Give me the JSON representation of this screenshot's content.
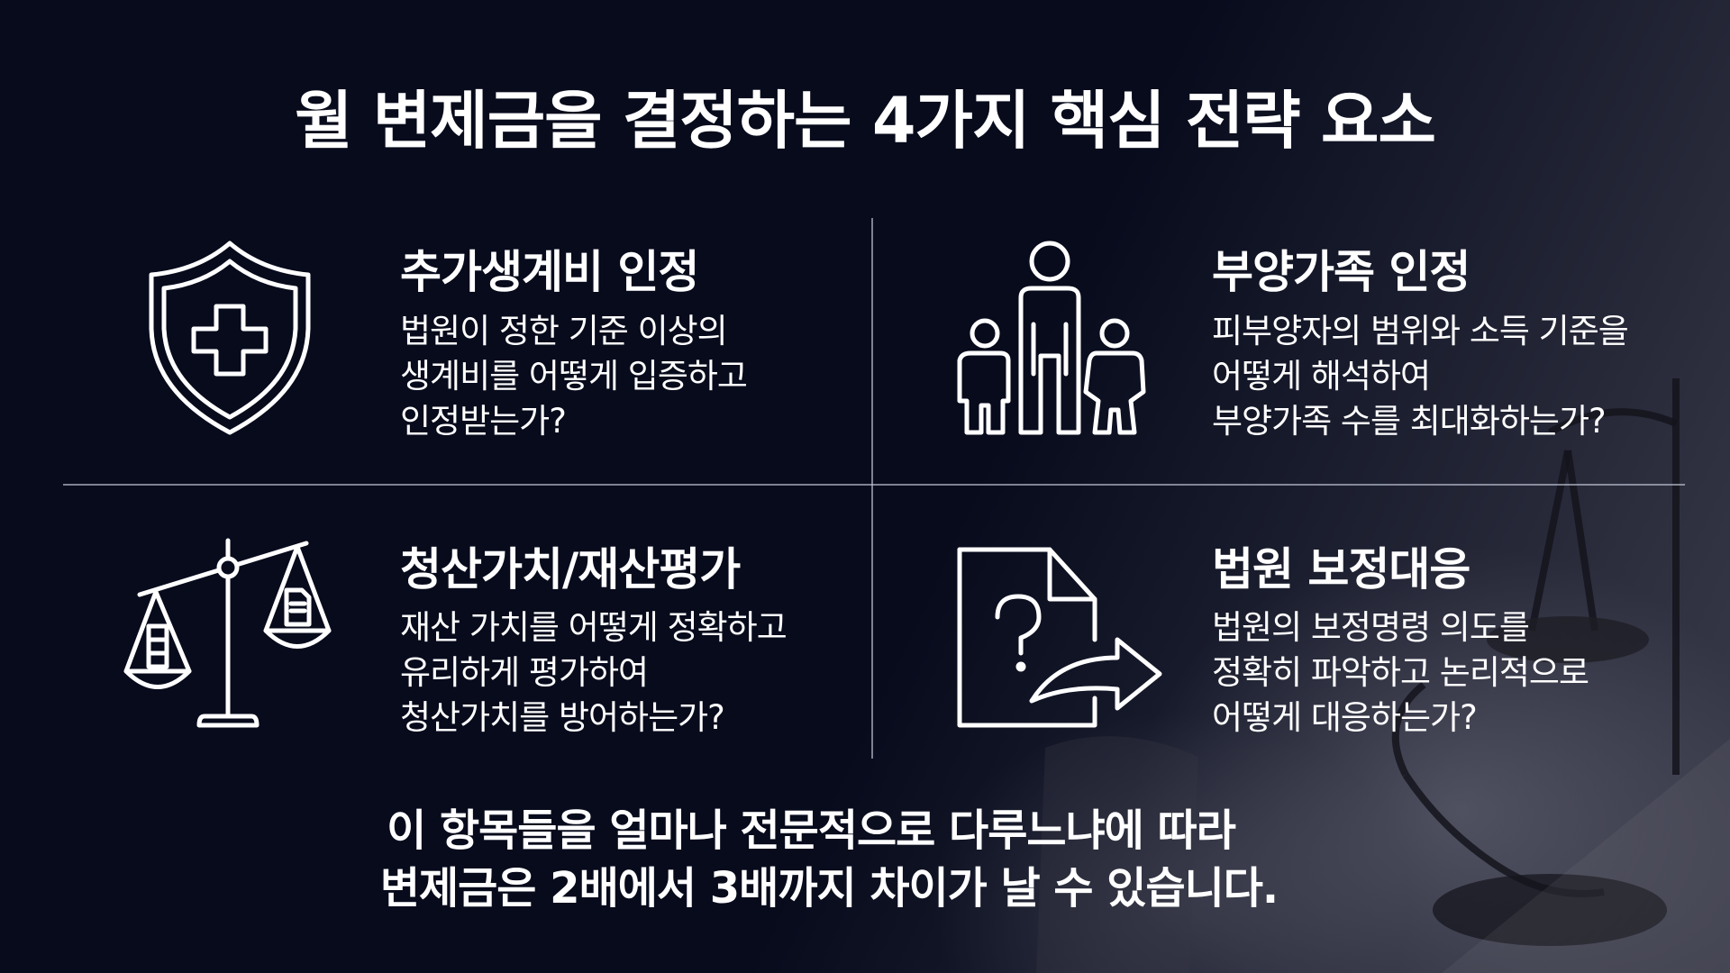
{
  "slide": {
    "title": "월 변제금을 결정하는 4가지 핵심 전략 요소",
    "items": [
      {
        "icon": "shield-plus-icon",
        "heading": "추가생계비 인정",
        "lines": [
          "법원이 정한 기준 이상의",
          "생계비를 어떻게 입증하고",
          "인정받는가?"
        ]
      },
      {
        "icon": "family-icon",
        "heading": "부양가족 인정",
        "lines": [
          "피부양자의 범위와 소득 기준을",
          "어떻게 해석하여",
          "부양가족 수를 최대화하는가?"
        ]
      },
      {
        "icon": "scales-icon",
        "heading": "청산가치/재산평가",
        "lines": [
          "재산 가치를 어떻게 정확하고",
          "유리하게 평가하여",
          "청산가치를 방어하는가?"
        ]
      },
      {
        "icon": "document-question-arrow-icon",
        "heading": "법원 보정대응",
        "lines": [
          "법원의 보정명령 의도를",
          "정확히 파악하고 논리적으로",
          "어떻게 대응하는가?"
        ]
      }
    ],
    "footer": {
      "line1": "이 항목들을 얼마나 전문적으로 다루느냐에 따라",
      "line2": "변제금은 2배에서 3배까지 차이가 날 수 있습니다."
    },
    "colors": {
      "background": "#070b1c",
      "text": "#ffffff",
      "divider": "#bec3d2"
    }
  }
}
